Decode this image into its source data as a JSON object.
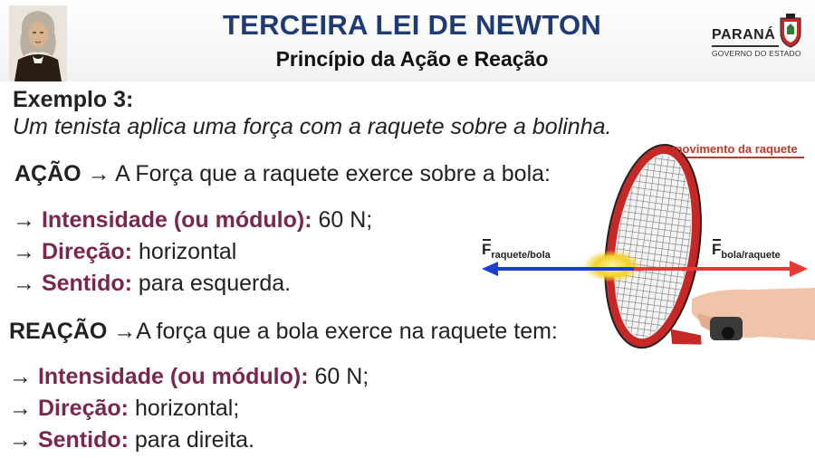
{
  "header": {
    "title": "TERCEIRA LEI DE NEWTON",
    "subtitle": "Princípio da Ação e Reação"
  },
  "logo": {
    "name": "PARANÁ",
    "sub": "GOVERNO DO ESTADO"
  },
  "example": {
    "title": "Exemplo 3:",
    "description": "Um tenista aplica uma força com a raquete sobre a bolinha."
  },
  "action": {
    "label": "AÇÃO",
    "text": " A Força que a raquete exerce sobre a bola:",
    "items": [
      {
        "label": "Intensidade (ou módulo):",
        "value": " 60 N;"
      },
      {
        "label": "Direção:",
        "value": " horizontal"
      },
      {
        "label": "Sentido:",
        "value": " para esquerda."
      }
    ]
  },
  "reaction": {
    "label": "REAÇÃO",
    "text": "A força que a bola exerce na raquete tem:",
    "items": [
      {
        "label": "Intensidade (ou módulo):",
        "value": " 60 N;"
      },
      {
        "label": "Direção:",
        "value": " horizontal;"
      },
      {
        "label": "Sentido:",
        "value": " para direita."
      }
    ]
  },
  "illustration": {
    "motion_label": "movimento da raquete",
    "force_left": {
      "symbol": "F",
      "subscript": "raquete/bola"
    },
    "force_right": {
      "symbol": "F",
      "subscript": "bola/raquete"
    }
  },
  "colors": {
    "title": "#1f3b73",
    "highlight": "#7a2750",
    "arrow_left": "#1a3fd1",
    "arrow_right": "#e53935"
  }
}
